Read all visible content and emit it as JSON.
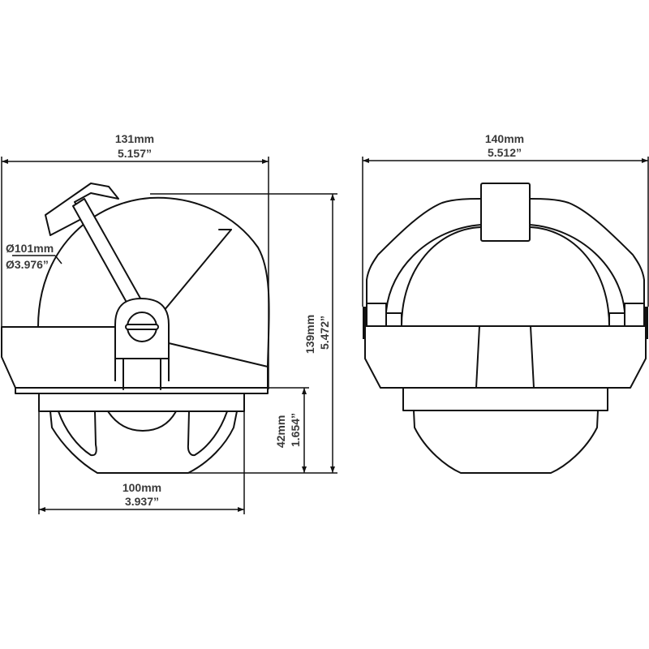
{
  "diagram": {
    "subject": "compass dimensional drawing",
    "views": [
      {
        "name": "side-view",
        "dimensions": {
          "overall_width": {
            "mm": "131mm",
            "in": "5.157”"
          },
          "dome_diameter": {
            "mm": "Ø101mm",
            "in": "Ø3.976”"
          },
          "overall_height": {
            "mm": "139mm",
            "in": "5.472”"
          },
          "bowl_depth": {
            "mm": "42mm",
            "in": "1.654”"
          },
          "bowl_width": {
            "mm": "100mm",
            "in": "3.937”"
          }
        }
      },
      {
        "name": "front-view",
        "dimensions": {
          "overall_width": {
            "mm": "140mm",
            "in": "5.512”"
          }
        }
      }
    ],
    "colors": {
      "line": "#111111",
      "text": "#3a3a3a",
      "background": "#ffffff"
    }
  }
}
